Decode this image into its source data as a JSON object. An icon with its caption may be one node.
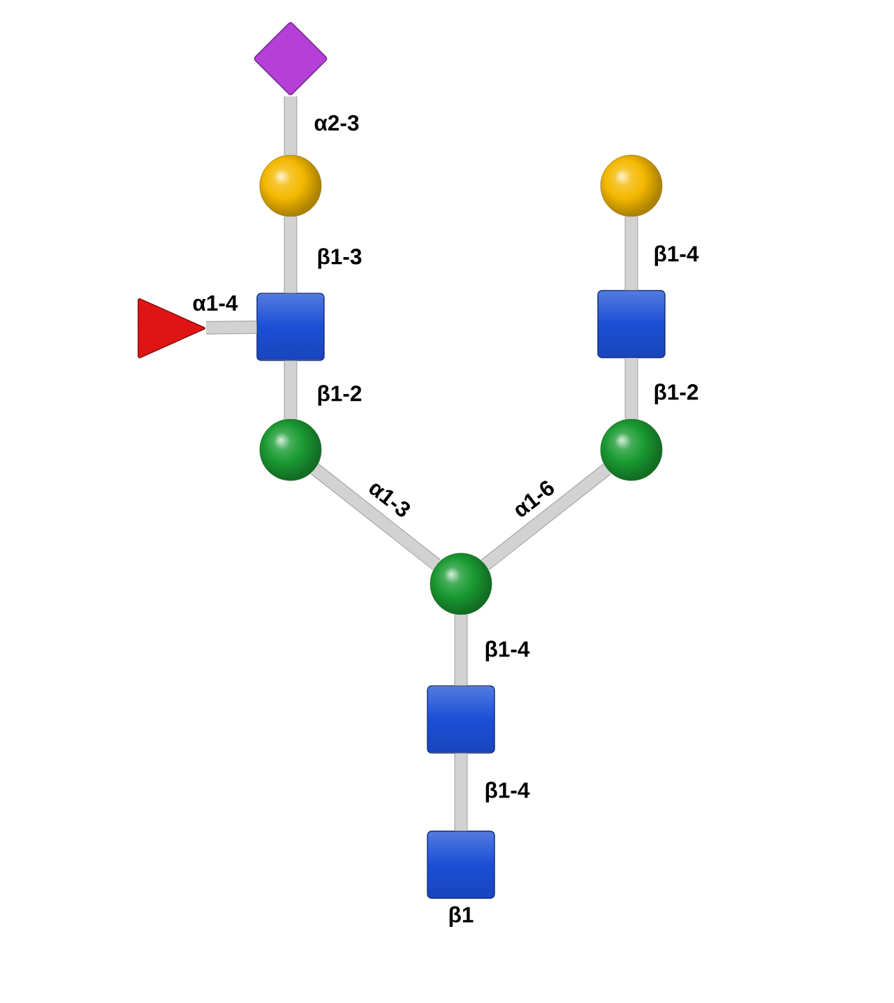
{
  "diagram": {
    "nodes": [
      {
        "text": [],
        "shape": "diamond"
      },
      {
        "text": [],
        "shape": "circle"
      },
      {
        "text": [],
        "shape": "triangle"
      },
      {
        "text": [],
        "shape": "box"
      },
      {
        "text": [],
        "shape": "circle"
      },
      {
        "text": [],
        "shape": "circle"
      },
      {
        "text": [],
        "shape": "box"
      },
      {
        "text": [],
        "shape": "circle"
      },
      {
        "text": [],
        "shape": "circle"
      },
      {
        "text": [],
        "shape": "box"
      },
      {
        "text": [],
        "shape": "box",
        "beside": [
          "β1"
        ]
      }
    ],
    "edges": [
      {
        "from": 0,
        "to": 1,
        "arrow": "none",
        "label": "α2-3"
      },
      {
        "from": 1,
        "to": 3,
        "arrow": "none",
        "label": "β1-3"
      },
      {
        "from": 2,
        "to": 3,
        "arrow": "none",
        "label": "α1-4"
      },
      {
        "from": 3,
        "to": 4,
        "arrow": "none",
        "label": "β1-2"
      },
      {
        "from": 4,
        "to": 8,
        "arrow": "none",
        "label": "α1-3"
      },
      {
        "from": 5,
        "to": 6,
        "arrow": "none",
        "label": "β1-4"
      },
      {
        "from": 6,
        "to": 7,
        "arrow": "none",
        "label": "β1-2"
      },
      {
        "from": 7,
        "to": 8,
        "arrow": "none",
        "label": "α1-6"
      },
      {
        "from": 8,
        "to": 9,
        "arrow": "none",
        "label": "β1-4"
      },
      {
        "from": 9,
        "to": 10,
        "arrow": "none",
        "label": "β1-4"
      }
    ]
  }
}
